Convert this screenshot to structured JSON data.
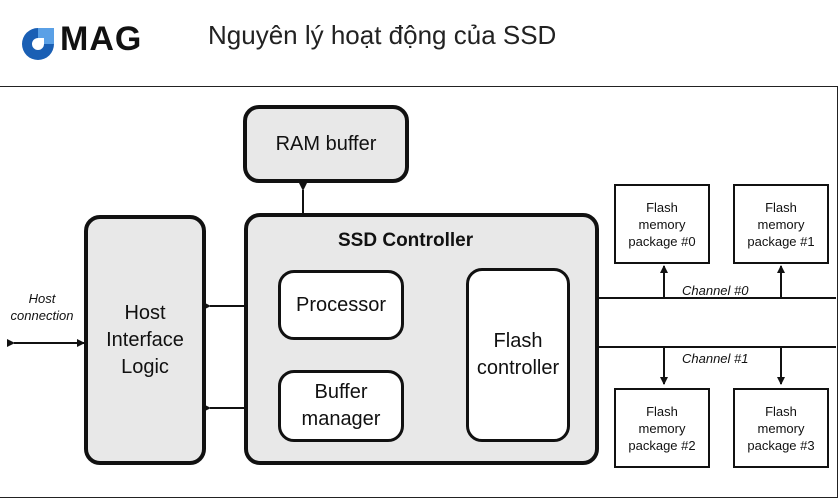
{
  "brand": {
    "logo_text": "MAG",
    "logo_letter": "C",
    "accent": "#1a5fb4"
  },
  "title": "Nguyên lý hoạt động của SSD",
  "diagram": {
    "ram_buffer": "RAM buffer",
    "ssd_controller": "SSD Controller",
    "host_interface": "Host Interface Logic",
    "processor": "Processor",
    "buffer_manager": "Buffer manager",
    "flash_controller": "Flash controller",
    "host_connection": "Host connection",
    "channel0": "Channel #0",
    "channel1": "Channel #1",
    "packages": [
      "Flash memory package #0",
      "Flash memory package #1",
      "Flash memory package #2",
      "Flash memory package #3"
    ]
  }
}
